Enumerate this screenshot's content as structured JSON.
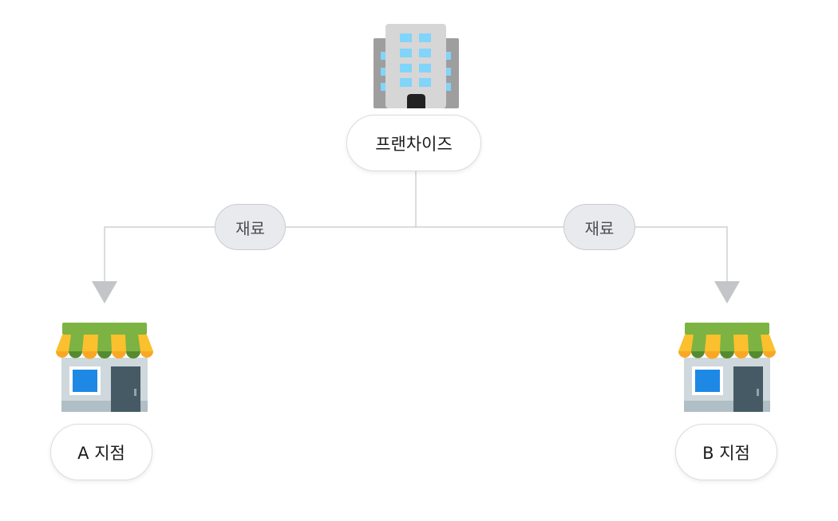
{
  "nodes": {
    "hq": {
      "label": "프랜차이즈",
      "icon": "office-building-icon"
    },
    "store_a": {
      "label": "A 지점",
      "icon": "store-icon"
    },
    "store_b": {
      "label": "B 지점",
      "icon": "store-icon"
    }
  },
  "edges": [
    {
      "from": "hq",
      "to": "store_a",
      "label": "재료"
    },
    {
      "from": "hq",
      "to": "store_b",
      "label": "재료"
    }
  ],
  "colors": {
    "connector": "#cfd0d4",
    "arrowhead": "#c4c5c9",
    "edge_label_fill": "#e9eaee",
    "node_border": "#dcdcdc",
    "awning_green": "#7cb342",
    "awning_yellow": "#fbc02d",
    "window_blue": "#1e88e5",
    "building_gray": "#d0d0d0"
  }
}
